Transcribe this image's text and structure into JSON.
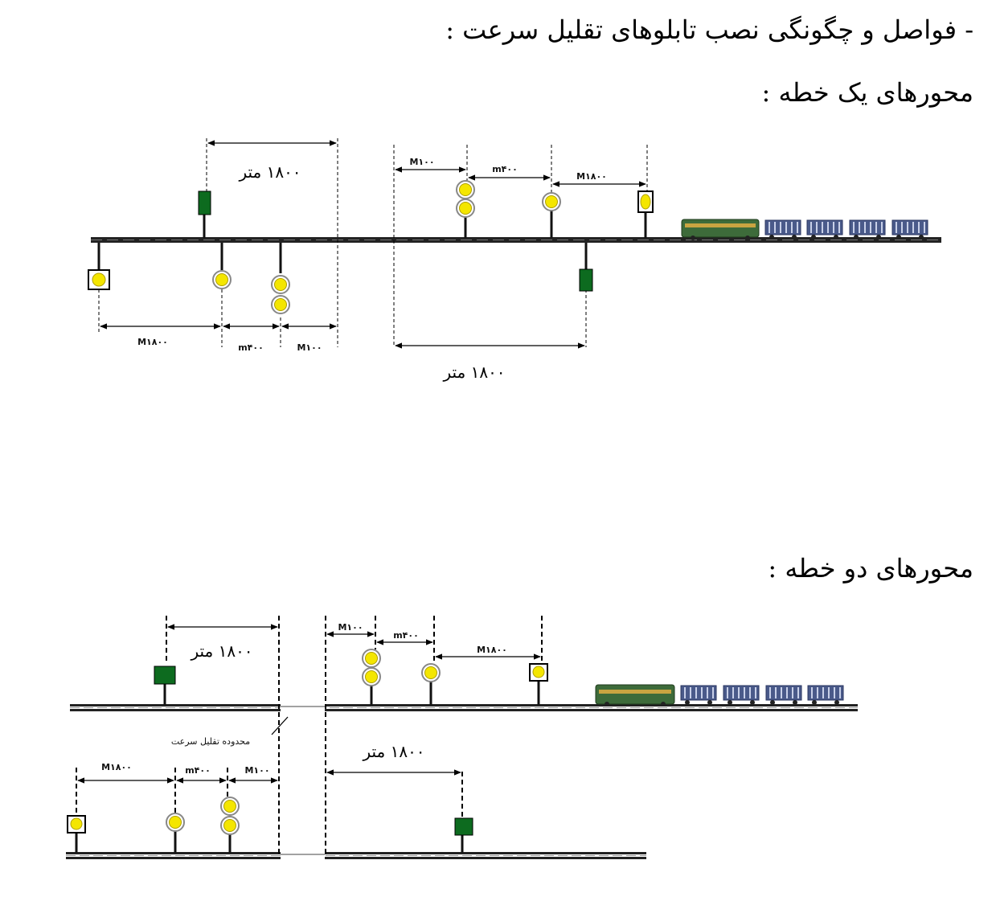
{
  "headings": {
    "main": "- فواصل و چگونگی نصب تابلوهای تقلیل سرعت :",
    "single": "محورهای یک خطه :",
    "double": "محورهای دو خطه :"
  },
  "labels": {
    "m1800": "M۱۸۰۰",
    "m400": "m۴۰۰",
    "m100": "M۱۰۰",
    "meters1800": "۱۸۰۰ متر",
    "zone": "محدوده تقلیل سرعت"
  },
  "colors": {
    "signal_yellow": "#f4e600",
    "board_green": "#0d6b1f",
    "train_green": "#3d6b3a",
    "wagon_blue": "#4a5a8a"
  }
}
